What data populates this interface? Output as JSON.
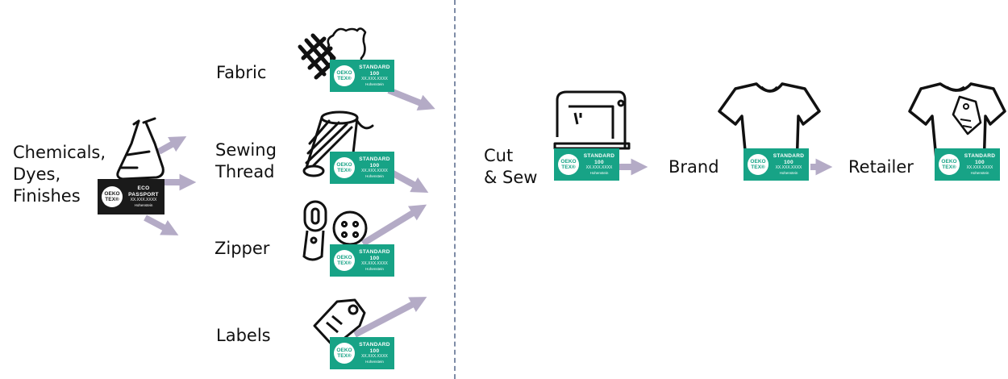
{
  "labels": {
    "chemicals": "Chemicals,\nDyes,\nFinishes",
    "fabric": "Fabric",
    "sewing_thread": "Sewing\nThread",
    "zipper": "Zipper",
    "labels": "Labels",
    "cut_sew": "Cut\n& Sew",
    "brand": "Brand",
    "retailer": "Retailer"
  },
  "badge_standard": {
    "logo_line1": "OEKO",
    "logo_line2": "TEX®",
    "title": "STANDARD\n100",
    "code": "XX.XXX.XXXX",
    "institute": "Hohenstein"
  },
  "badge_eco": {
    "logo_line1": "OEKO",
    "logo_line2": "TEX®",
    "title": "ECO\nPASSPORT",
    "code": "XX.XXX.XXXX",
    "institute": "Hohenstein"
  },
  "colors": {
    "standard_badge": "#17a386",
    "eco_badge": "#1a1a1a",
    "arrow": "#b4abc6",
    "divider": "#7d8ba6"
  },
  "icons": [
    "flask-icon",
    "leather-fabric-icon",
    "thread-spool-icon",
    "zipper-button-icon",
    "tag-icon",
    "sewing-machine-icon",
    "tshirt-icon",
    "tshirt-tag-icon"
  ]
}
